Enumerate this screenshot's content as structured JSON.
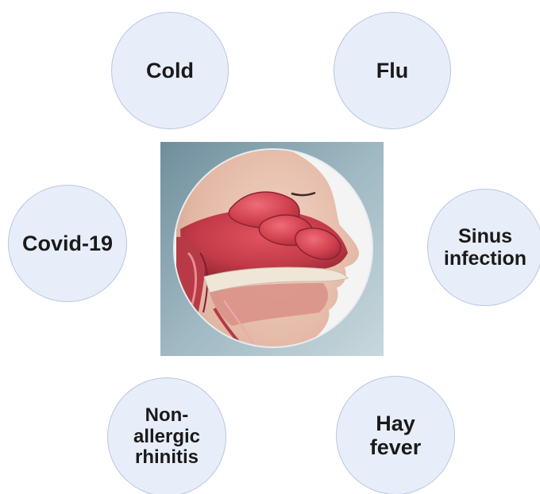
{
  "bubbles": {
    "cold": "Cold",
    "flu": "Flu",
    "covid": "Covid-19",
    "sinus": "Sinus\ninfection",
    "non_allergic": "Non-\nallergic\nrhinitis",
    "hay_fever": "Hay\nfever"
  },
  "colors": {
    "bubble_fill": "#e8eef9",
    "bubble_border": "#b9c6df",
    "tissue_red": "#c9404e",
    "skin": "#e9c3b2"
  }
}
